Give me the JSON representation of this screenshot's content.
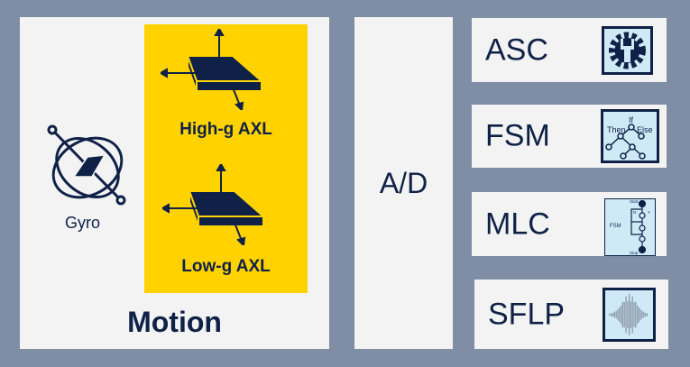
{
  "motion": {
    "title": "Motion",
    "gyro_label": "Gyro",
    "high_g_label": "High-g AXL",
    "low_g_label": "Low-g AXL"
  },
  "ad": {
    "label": "A/D"
  },
  "blocks": [
    {
      "label": "ASC",
      "icon": "gear-wrench-icon"
    },
    {
      "label": "FSM",
      "icon": "decision-tree-icon",
      "icon_text": [
        "If",
        "Then",
        "Else"
      ]
    },
    {
      "label": "MLC",
      "icon": "flowchart-icon",
      "icon_text": [
        "Start",
        "N",
        "Y",
        "FSM",
        "Stop"
      ]
    },
    {
      "label": "SFLP",
      "icon": "waveform-icon"
    }
  ],
  "colors": {
    "background": "#7f8ea5",
    "panel": "#f3f3f4",
    "accent": "#ffd200",
    "text": "#0f2147",
    "icon_fill": "#cfe9f7"
  }
}
